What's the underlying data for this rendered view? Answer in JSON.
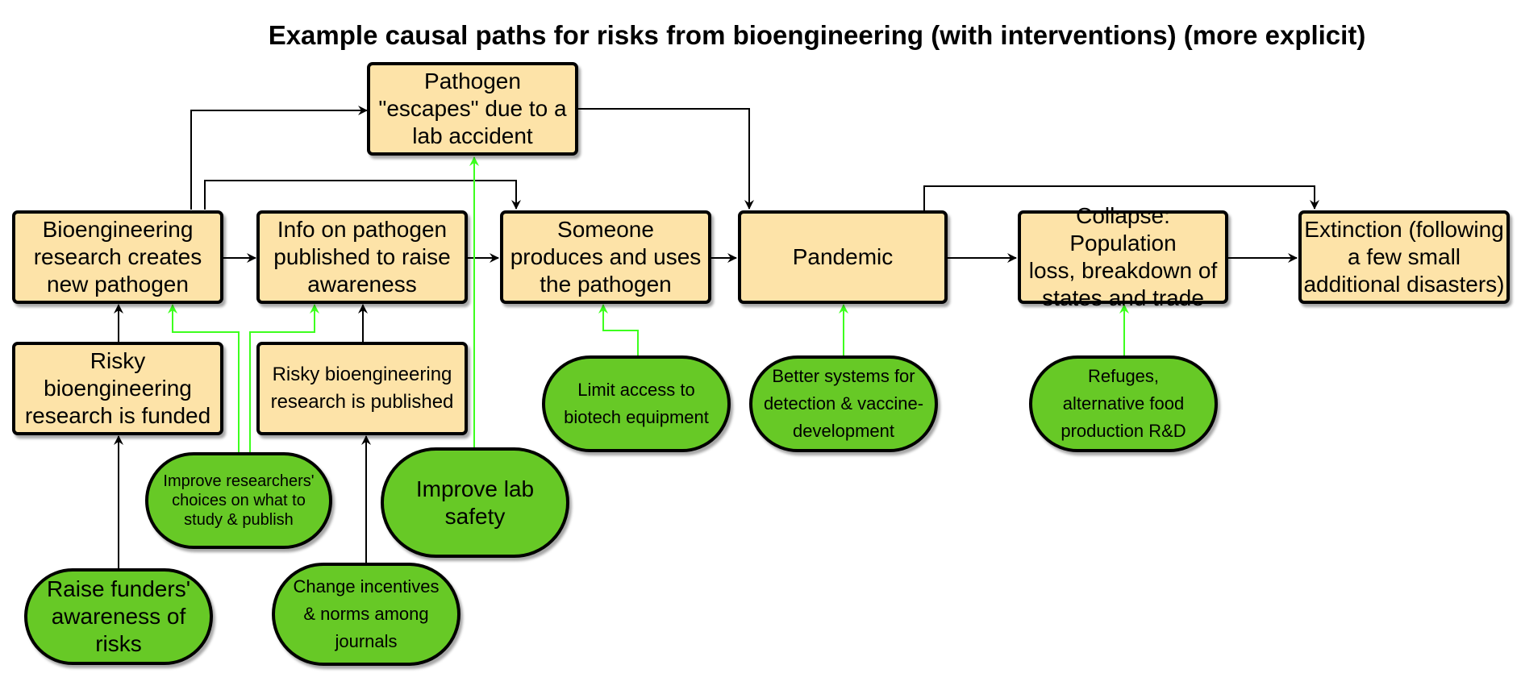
{
  "title": "Example causal paths for risks from bioengineering (with interventions) (more explicit)",
  "colors": {
    "risk_fill": "#fde3a8",
    "intervention_fill": "#67c926",
    "causal_edge": "#000000",
    "intervention_edge": "#3dff1e"
  },
  "risk_nodes": {
    "escape": "Pathogen\n\"escapes\" due to a\nlab accident",
    "creates": "Bioengineering\nresearch creates\nnew pathogen",
    "info": "Info on pathogen\npublished to raise\nawareness",
    "someone": "Someone\nproduces and uses\nthe pathogen",
    "pandemic": "Pandemic",
    "collapse": "Collapse: Population\nloss, breakdown of\nstates and trade",
    "extinction": "Extinction (following\na few small\nadditional disasters)",
    "funded": "Risky\nbioengineering\nresearch is funded",
    "published": "Risky bioengineering\nresearch is published"
  },
  "interventions": {
    "limit": "Limit access to\nbiotech equipment",
    "better": "Better systems for\ndetection & vaccine-\ndevelopment",
    "refuges": "Refuges,\nalternative food\nproduction R&D",
    "improve_researchers": "Improve researchers'\nchoices on what to\nstudy & publish",
    "lab_safety": "Improve lab\nsafety",
    "raise_funders": "Raise funders'\nawareness of\nrisks",
    "incentives": "Change incentives\n& norms among\njournals"
  }
}
